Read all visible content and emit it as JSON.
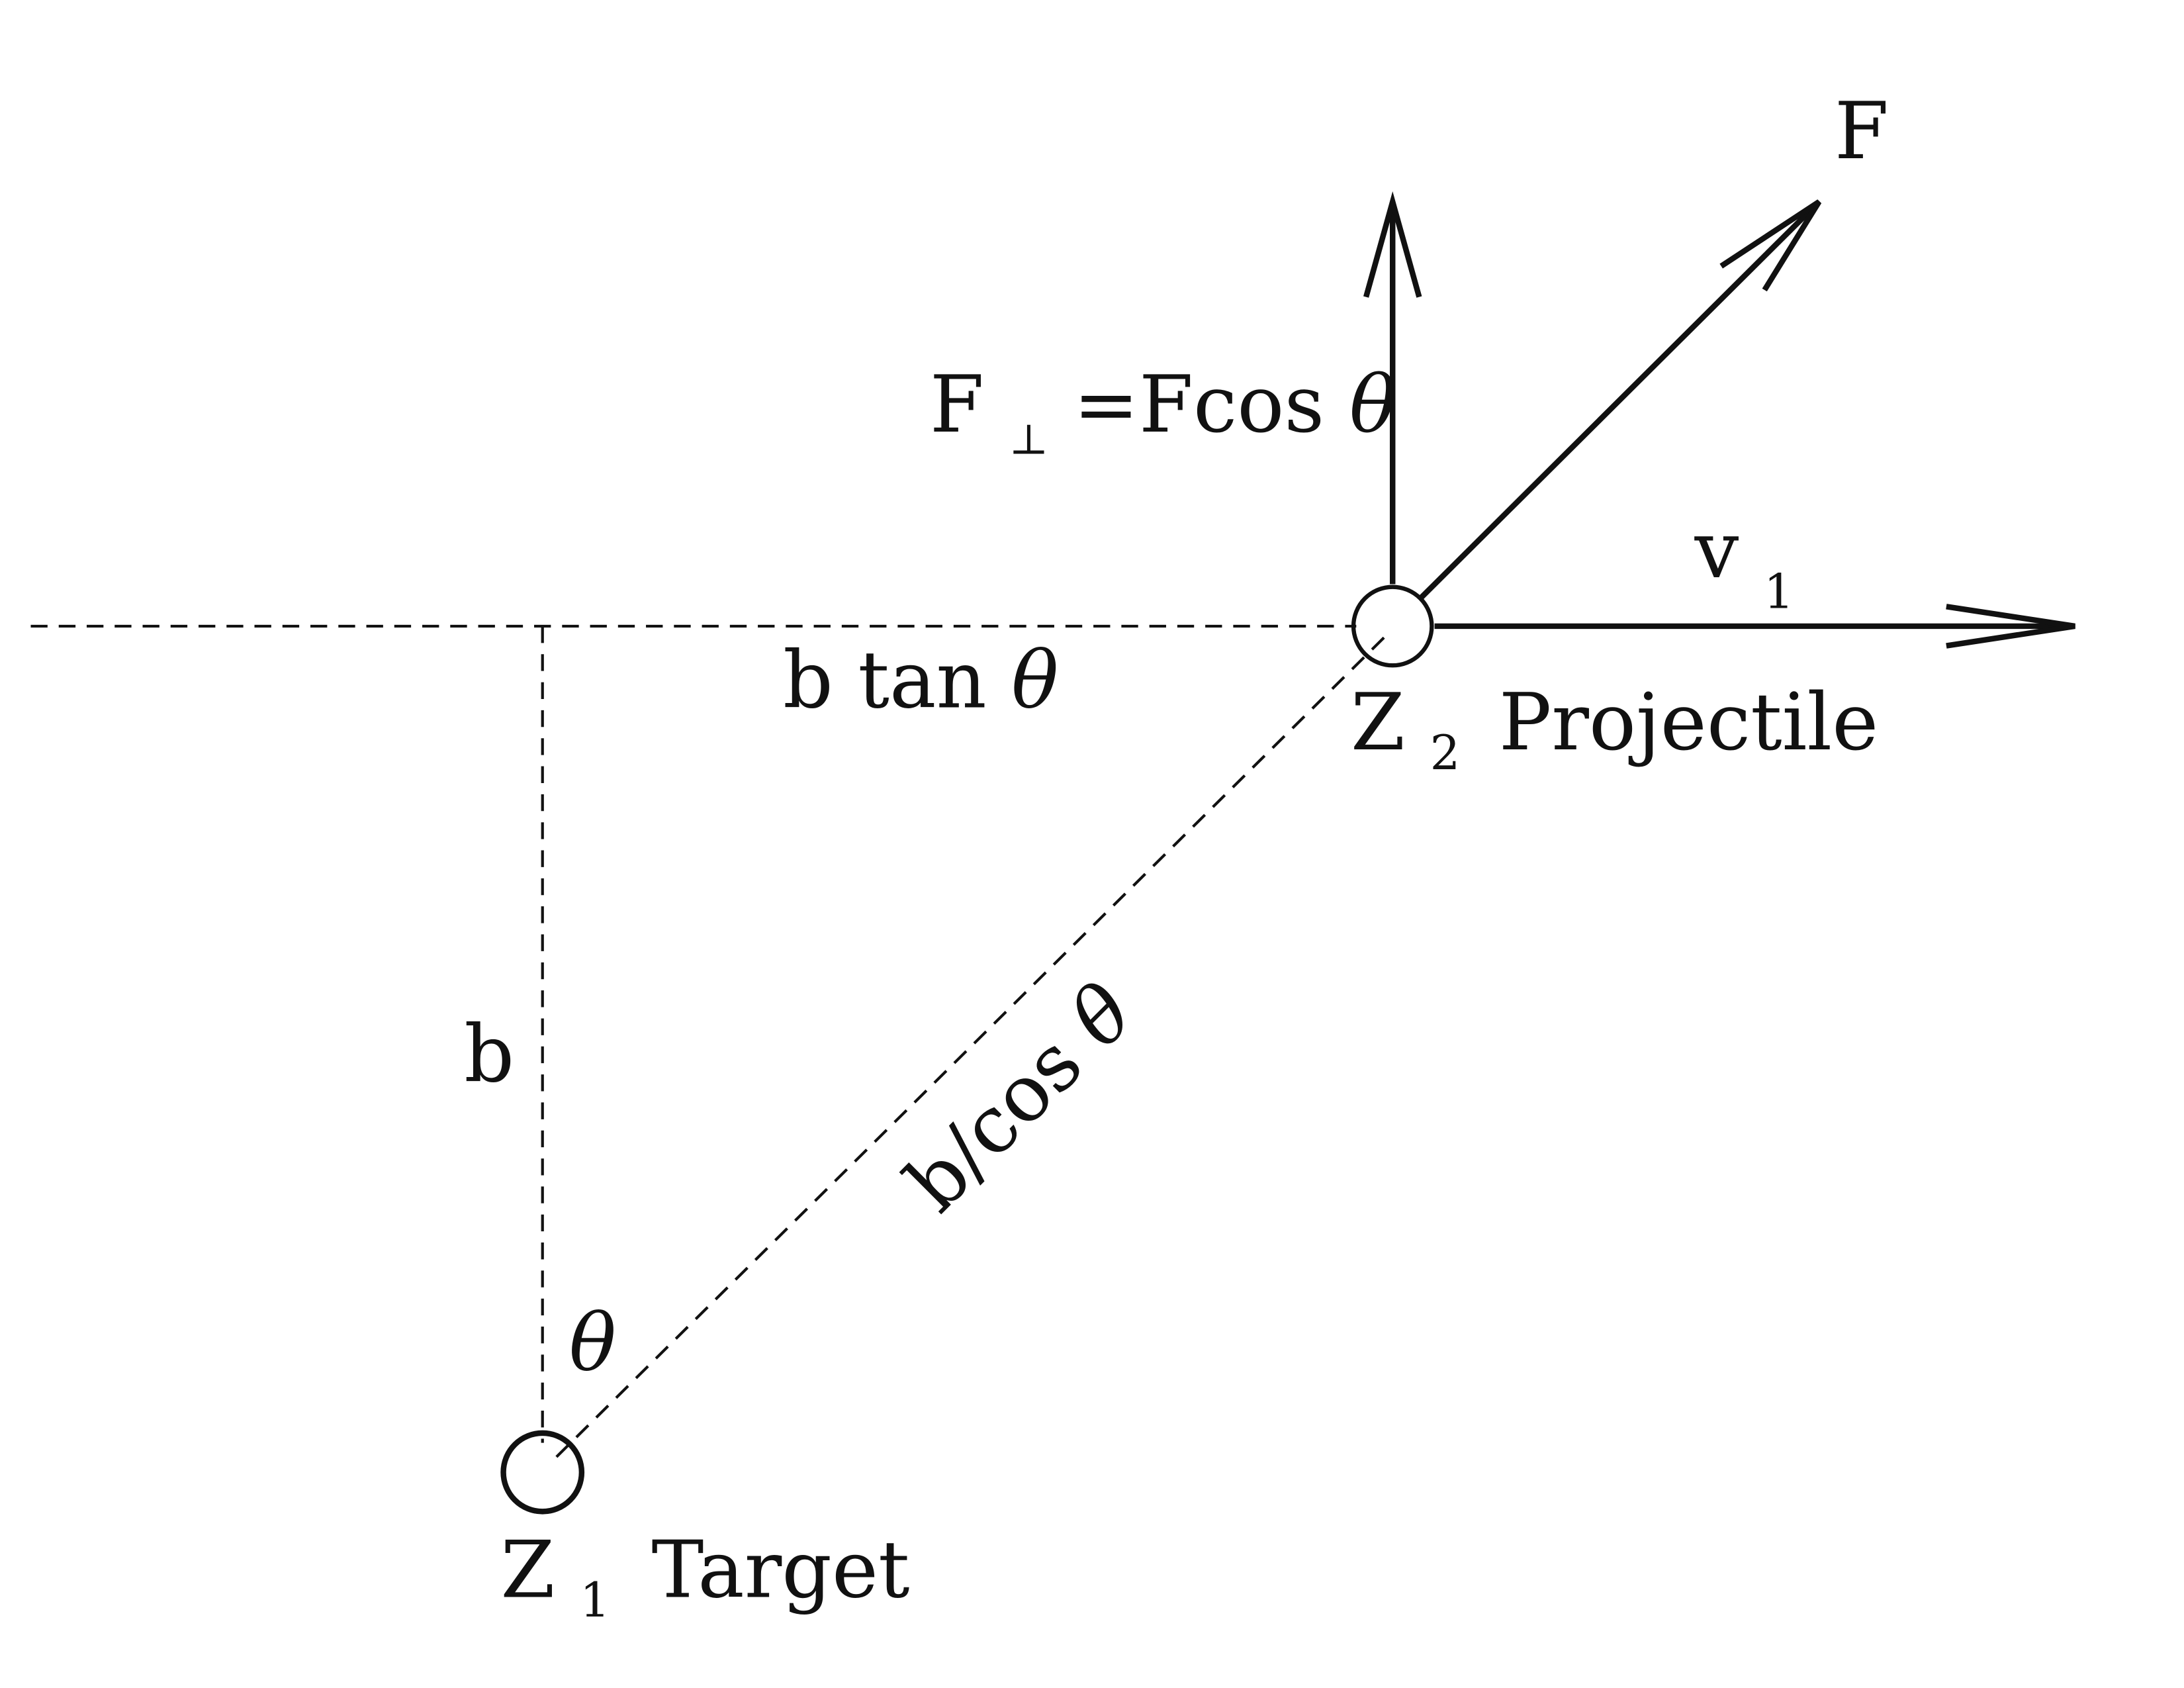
{
  "labels": {
    "force": "F",
    "force_perp": "F",
    "perp_symbol": "⊥",
    "force_perp_eq": "=Fcos",
    "theta": "θ",
    "velocity": "v",
    "velocity_sub": "1",
    "projectile_z": "Z",
    "projectile_sub": "2",
    "projectile_name": "Projectile",
    "target_z": "Z",
    "target_sub": "1",
    "target_name": "Target",
    "b": "b",
    "b_tan": "b tan",
    "b_over": "b/cos"
  },
  "colors": {
    "line": "#111111"
  }
}
